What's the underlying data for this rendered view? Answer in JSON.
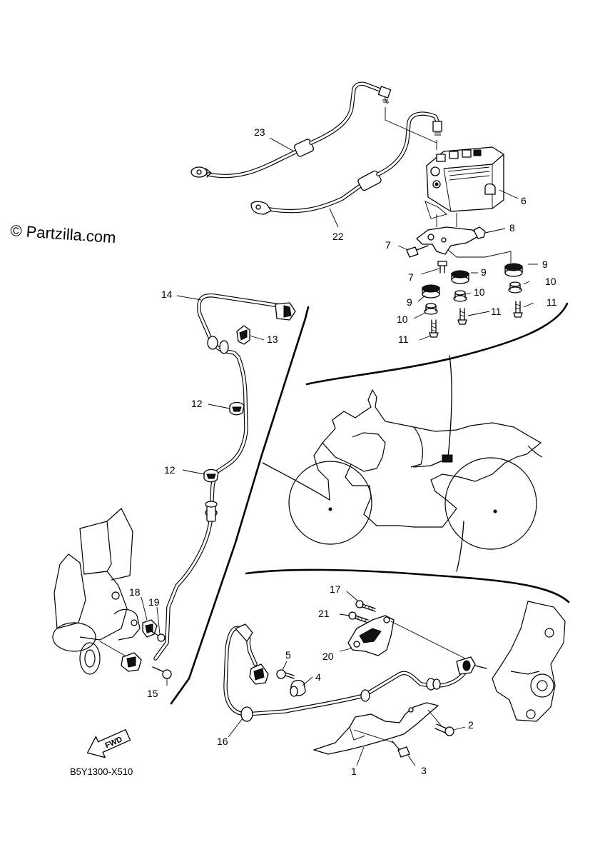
{
  "watermark": "© Partzilla.com",
  "diagram_code": "B5Y1300-X510",
  "forward_arrow": "FWD",
  "callouts": [
    {
      "id": "c23",
      "label": "23"
    },
    {
      "id": "c22",
      "label": "22"
    },
    {
      "id": "c6",
      "label": "6"
    },
    {
      "id": "c8",
      "label": "8"
    },
    {
      "id": "c7a",
      "label": "7"
    },
    {
      "id": "c7b",
      "label": "7"
    },
    {
      "id": "c9a",
      "label": "9"
    },
    {
      "id": "c9b",
      "label": "9"
    },
    {
      "id": "c9c",
      "label": "9"
    },
    {
      "id": "c10a",
      "label": "10"
    },
    {
      "id": "c10b",
      "label": "10"
    },
    {
      "id": "c10c",
      "label": "10"
    },
    {
      "id": "c11a",
      "label": "11"
    },
    {
      "id": "c11b",
      "label": "11"
    },
    {
      "id": "c11c",
      "label": "11"
    },
    {
      "id": "c14",
      "label": "14"
    },
    {
      "id": "c13",
      "label": "13"
    },
    {
      "id": "c12a",
      "label": "12"
    },
    {
      "id": "c12b",
      "label": "12"
    },
    {
      "id": "c18",
      "label": "18"
    },
    {
      "id": "c19",
      "label": "19"
    },
    {
      "id": "c15",
      "label": "15"
    },
    {
      "id": "c17",
      "label": "17"
    },
    {
      "id": "c21",
      "label": "21"
    },
    {
      "id": "c20",
      "label": "20"
    },
    {
      "id": "c5",
      "label": "5"
    },
    {
      "id": "c4",
      "label": "4"
    },
    {
      "id": "c2",
      "label": "2"
    },
    {
      "id": "c3",
      "label": "3"
    },
    {
      "id": "c16",
      "label": "16"
    },
    {
      "id": "c1",
      "label": "1"
    }
  ]
}
